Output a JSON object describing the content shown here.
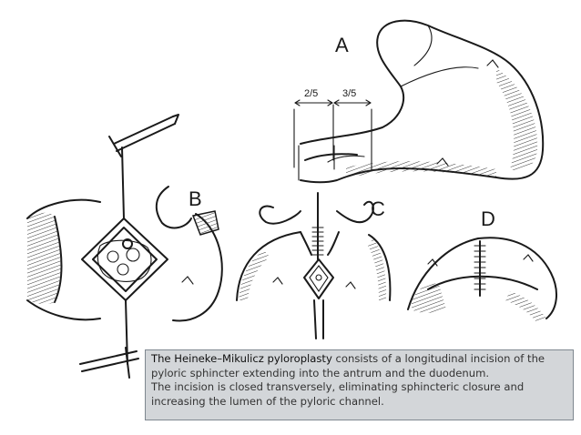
{
  "figure": {
    "labels": {
      "a": "A",
      "b": "B",
      "c": "C",
      "d": "D"
    },
    "fraction_left": "2/5",
    "fraction_right": "3/5",
    "ink_color": "#1a1a1a"
  },
  "caption": {
    "term": "The Heineke–Mikulicz pyloroplasty",
    "line1_rest": " consists of a longitudinal incision of the pyloric sphincter extending into the antrum and the duodenum.",
    "line2": "The incision is closed transversely, eliminating sphincteric closure and increasing the lumen of the pyloric channel.",
    "background": "#d0d3d6",
    "border": "#7f8890"
  }
}
